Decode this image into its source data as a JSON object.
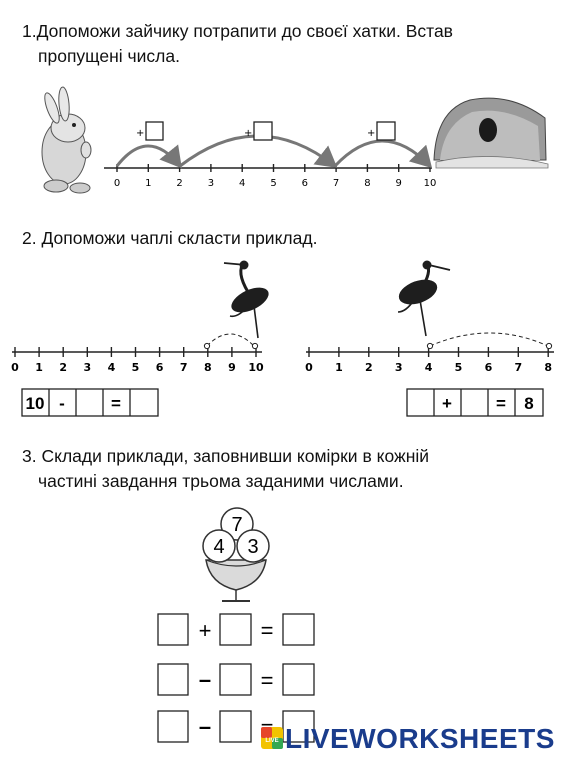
{
  "tasks": {
    "t1": {
      "line1": "1.Допоможи зайчику потрапити до своєї хатки. Встав",
      "line2": "пропущені числа.",
      "plus": "+",
      "ticks": [
        "0",
        "1",
        "2",
        "3",
        "4",
        "5",
        "6",
        "7",
        "8",
        "9",
        "10"
      ]
    },
    "t2": {
      "line1": "2.  Допоможи чаплі скласти приклад.",
      "ticks": [
        "0",
        "1",
        "2",
        "3",
        "4",
        "5",
        "6",
        "7",
        "8",
        "9",
        "10"
      ],
      "ticks_right": [
        "0",
        "1",
        "2",
        "3",
        "4",
        "5",
        "6",
        "7",
        "8"
      ],
      "left_eq": {
        "first": "10",
        "op": "-",
        "eq": "="
      },
      "right_eq": {
        "op": "+",
        "eq": "=",
        "result": "8"
      }
    },
    "t3": {
      "line1": "3. Склади приклади, заповнивши комірки в кожній",
      "line2": "частині завдання трьома заданими числами.",
      "balls": {
        "top": "7",
        "left": "4",
        "right": "3"
      },
      "ops": [
        "+",
        "–",
        "–"
      ],
      "eq": "="
    }
  },
  "watermark": {
    "brand": "LIVEWORKSHEETS",
    "badge": "LIVE"
  },
  "colors": {
    "ink": "#111111",
    "arc": "#777777",
    "brand_blue": "#1a3c8c"
  }
}
